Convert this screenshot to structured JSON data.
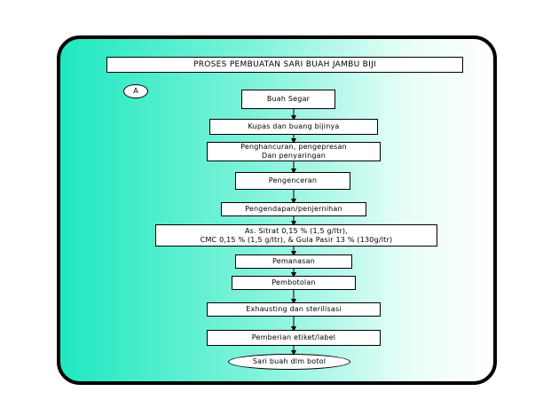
{
  "title": "PROSES PEMBUATAN SARI BUAH JAMBU BIJI",
  "badge": "A",
  "steps": [
    {
      "lines": [
        "Buah Segar"
      ]
    },
    {
      "lines": [
        "Kupas dan buang bijinya"
      ]
    },
    {
      "lines": [
        "Penghancuran, pengepresan",
        "Dan penyaringan"
      ]
    },
    {
      "lines": [
        "Pengenceran"
      ]
    },
    {
      "lines": [
        "Pengendapan/penjernihan"
      ]
    },
    {
      "lines": [
        "As. Sitrat 0,15 % (1,5 g/ltr),",
        "CMC 0,15 % (1,5 g/ltr), & Gula Pasir 13 % (130g/ltr)"
      ]
    },
    {
      "lines": [
        "Pemanasan"
      ]
    },
    {
      "lines": [
        "Pembotolan"
      ]
    },
    {
      "lines": [
        "Exhausting dan sterilisasi"
      ]
    },
    {
      "lines": [
        "Pemberian etiket/label"
      ]
    },
    {
      "lines": [
        "Sari buah dlm botol"
      ]
    }
  ]
}
